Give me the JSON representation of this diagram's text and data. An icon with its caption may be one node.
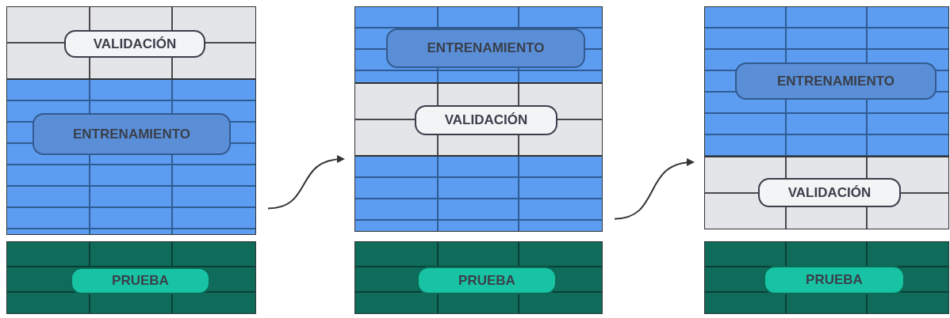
{
  "diagram": {
    "nodes": [
      {
        "text": [],
        "shape": "box"
      },
      {
        "text": [
          "VALIDACIÓN"
        ],
        "in": 0
      },
      {
        "text": [],
        "shape": "box"
      },
      {
        "text": [
          "ENTRENAMIENTO"
        ],
        "in": 2
      },
      {
        "text": [],
        "shape": "box"
      },
      {
        "text": [
          "PRUEBA"
        ],
        "in": 4
      },
      {
        "text": [],
        "shape": "box"
      },
      {
        "text": [
          "ENTRENAMIENTO"
        ],
        "in": 6
      },
      {
        "text": [],
        "shape": "box"
      },
      {
        "text": [
          "VALIDACIÓN"
        ],
        "in": 8
      },
      {
        "text": [],
        "shape": "box"
      },
      {
        "text": [],
        "shape": "box"
      },
      {
        "text": [
          "PRUEBA"
        ],
        "in": 11
      },
      {
        "text": [],
        "shape": "box"
      },
      {
        "text": [
          "ENTRENAMIENTO"
        ],
        "in": 13
      },
      {
        "text": [],
        "shape": "box"
      },
      {
        "text": [
          "VALIDACIÓN"
        ],
        "in": 15
      },
      {
        "text": [],
        "shape": "box"
      },
      {
        "text": [
          "PRUEBA"
        ],
        "in": 17
      }
    ],
    "edges": [
      {
        "from": 2,
        "to": 10,
        "arrow": "to"
      },
      {
        "from": 10,
        "to": 15,
        "arrow": "to"
      }
    ]
  }
}
